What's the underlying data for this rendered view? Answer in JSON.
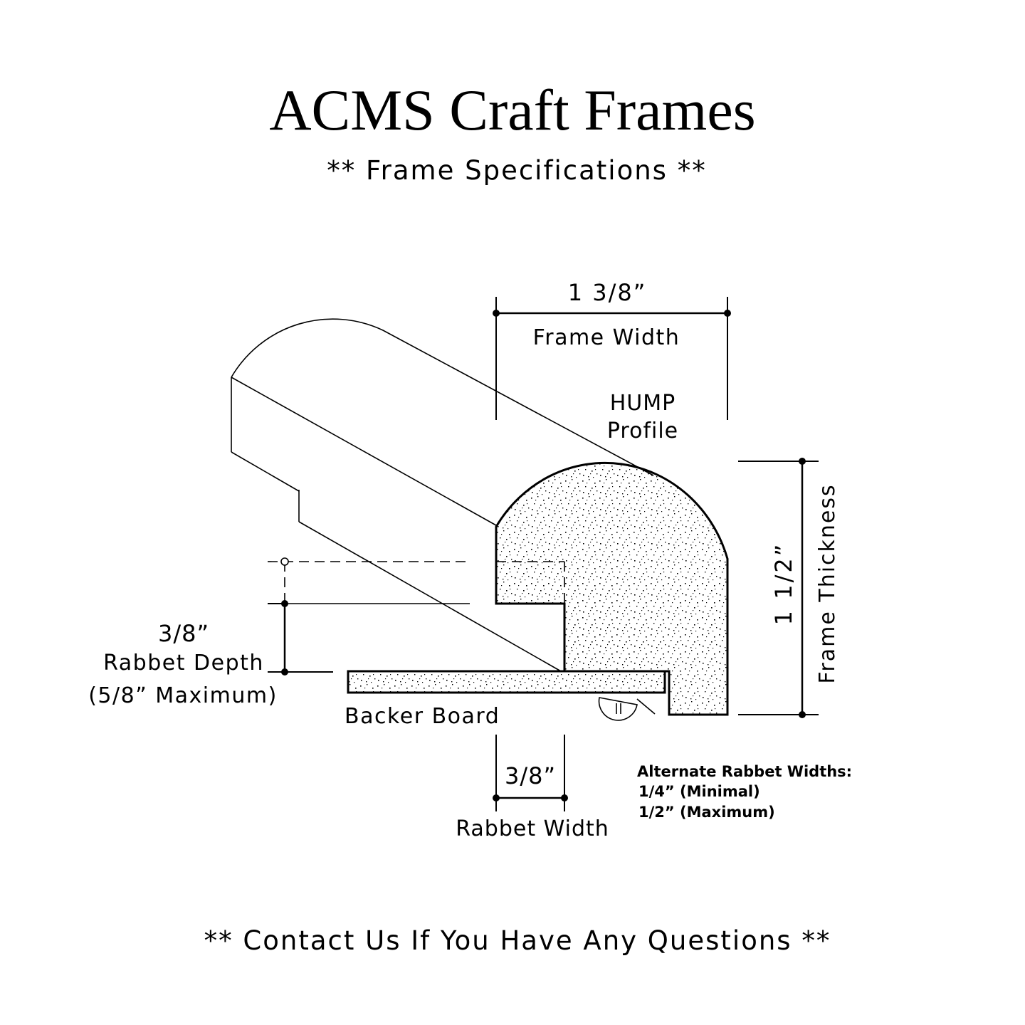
{
  "header": {
    "title": "ACMS Craft Frames",
    "subtitle": "** Frame Specifications **"
  },
  "footer": {
    "text": "** Contact Us If You Have Any Questions **"
  },
  "diagram": {
    "frame_width_value": "1 3/8”",
    "frame_width_label": "Frame Width",
    "profile_line1": "HUMP",
    "profile_line2": "Profile",
    "thickness_value": "1 1/2”",
    "thickness_label": "Frame Thickness",
    "rabbet_depth_value": "3/8”",
    "rabbet_depth_label": "Rabbet Depth",
    "rabbet_depth_max": "(5/8” Maximum)",
    "backer_board_label": "Backer Board",
    "rabbet_width_value": "3/8”",
    "rabbet_width_label": "Rabbet Width",
    "alt_widths_title": "Alternate Rabbet Widths:",
    "alt_width_min": "1/4” (Minimal)",
    "alt_width_max": "1/2” (Maximum)"
  },
  "colors": {
    "line": "#000000",
    "background": "#ffffff"
  }
}
